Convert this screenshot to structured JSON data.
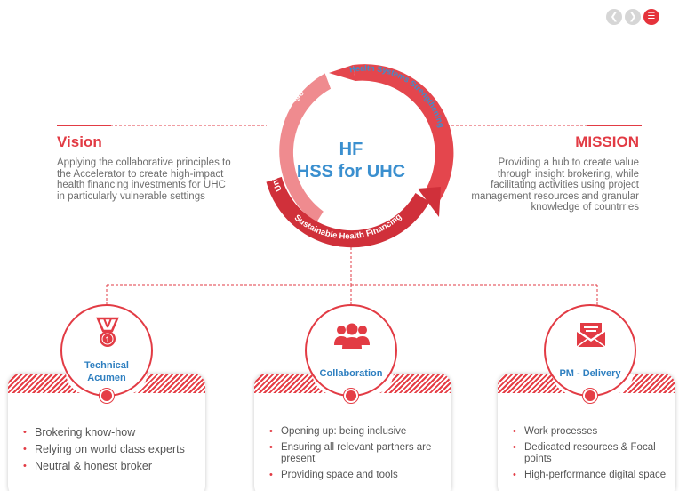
{
  "nav": {
    "prev_icon": "chevron-left-icon",
    "next_icon": "chevron-right-icon",
    "menu_icon": "menu-icon"
  },
  "vision": {
    "title": "Vision",
    "text": "Applying the collaborative principles to the Accelerator to create high-impact health financing investments for UHC in particularly vulnerable settings"
  },
  "mission": {
    "title": "MISSION",
    "text": "Providing a hub to create value through insight brokering, while facilitating activities using project management resources and granular knowledge of countrries"
  },
  "cycle": {
    "line1": "HF",
    "line2": "HSS for UHC",
    "arrows": [
      "Health Systems Strengthening",
      "Sustainable Health Financing",
      "Universal Health Coverage"
    ],
    "colors": {
      "dark_red": "#d0303a",
      "mid_red": "#e4464d",
      "light_red": "#ef8b8f"
    }
  },
  "pillars": [
    {
      "icon": "medal-icon",
      "label_line1": "Technical",
      "label_line2": "Acumen",
      "items": [
        "Brokering know-how",
        "Relying on world class experts",
        "Neutral & honest broker"
      ]
    },
    {
      "icon": "people-group-icon",
      "label_line1": "Collaboration",
      "label_line2": "",
      "items": [
        "Opening up: being inclusive",
        "Ensuring all relevant partners are present",
        "Providing space and tools"
      ]
    },
    {
      "icon": "envelope-icon",
      "label_line1": "PM - Delivery",
      "label_line2": "",
      "items": [
        "Work processes",
        "Dedicated resources & Focal points",
        "High-performance digital space"
      ]
    }
  ],
  "accent": "#e23b44",
  "label_blue": "#2e7fc0"
}
